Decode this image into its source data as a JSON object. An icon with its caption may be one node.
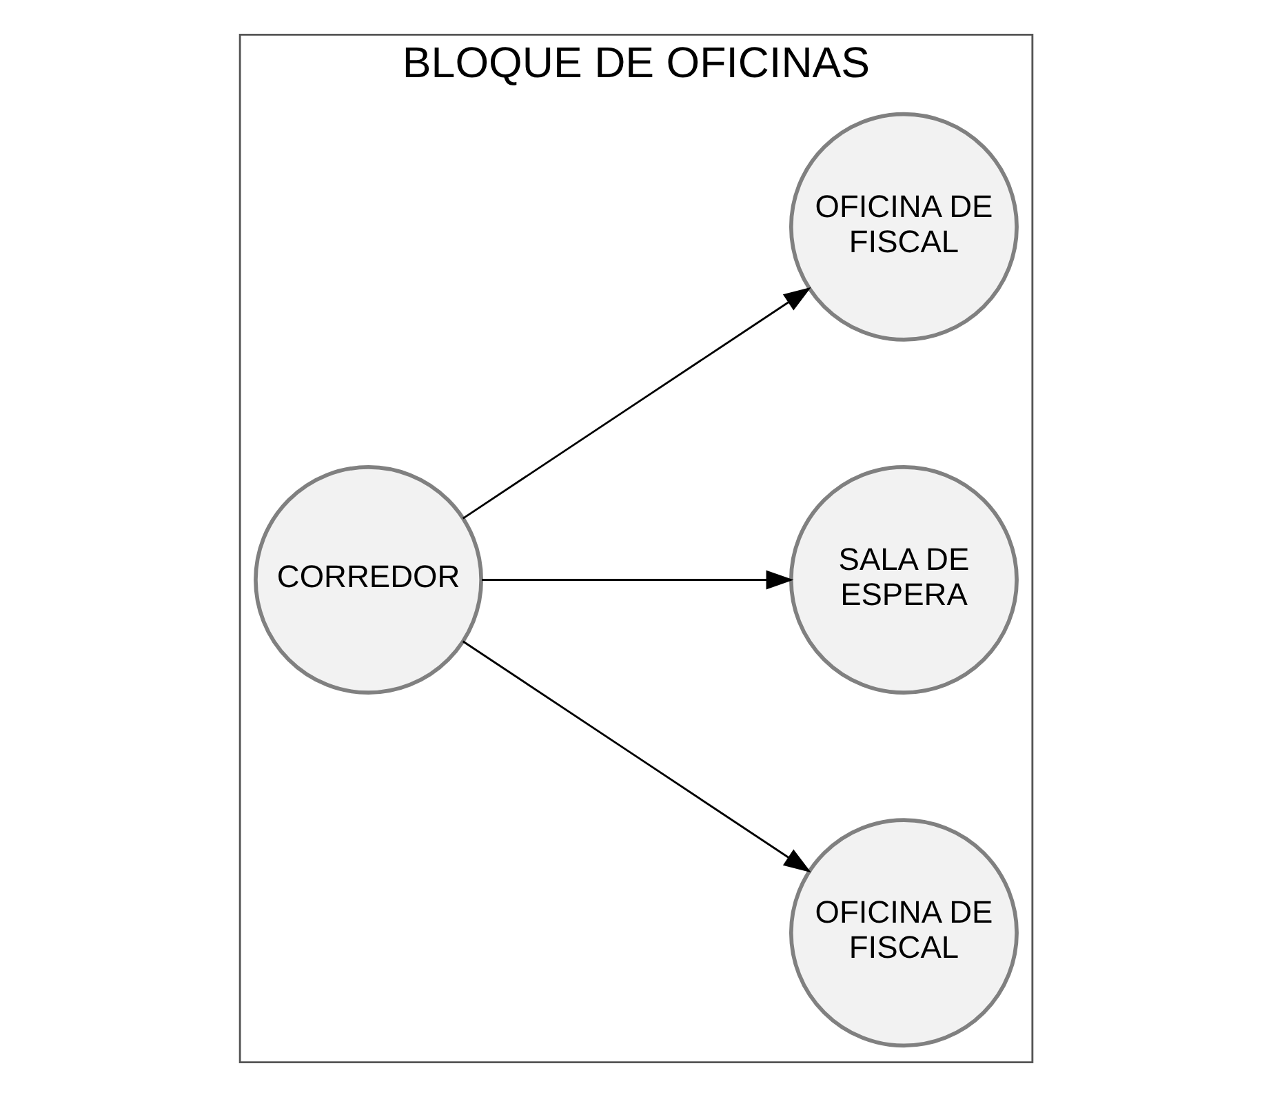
{
  "diagram": {
    "nodes": [
      {
        "text": [
          "BLOQUE DE OFICINAS"
        ]
      },
      {
        "text": [
          "OFICINA DE FISCAL"
        ],
        "in": 0
      },
      {
        "text": [
          "SALA DE ESPERA"
        ],
        "in": 0
      },
      {
        "text": [
          "OFICINA DE FISCAL"
        ],
        "in": 0
      },
      {
        "text": [
          "CORREDOR"
        ],
        "in": 0
      }
    ],
    "edges": [
      {
        "from": 4,
        "to": 1,
        "arrow": "to"
      },
      {
        "from": 4,
        "to": 2,
        "arrow": "to"
      },
      {
        "from": 4,
        "to": 3,
        "arrow": "to"
      }
    ]
  }
}
